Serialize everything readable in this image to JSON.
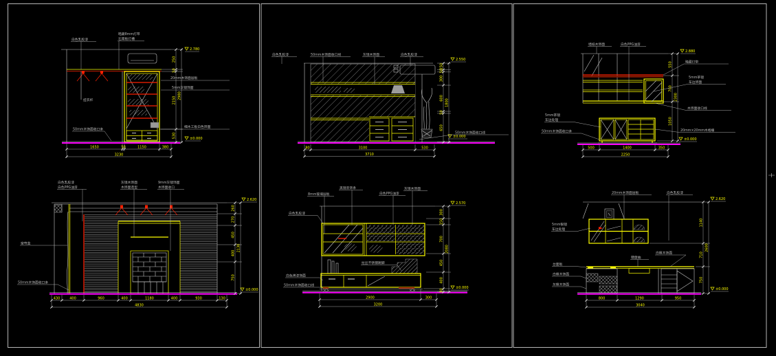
{
  "document": {
    "background": "#000000",
    "frame_color": "#b6b6b6"
  },
  "colors": {
    "accent_yellow": "#ffff00",
    "accent_red": "#ff2000",
    "accent_dark_red": "#8f1a00",
    "baseline_magenta": "#ff00ff",
    "line_white": "#c9c9c9",
    "hatch_gray": "#8f8f8f"
  },
  "panels": {
    "p1": {
      "callouts": {
        "top1": "白色乳胶漆",
        "top2a": "暗藏8mm灯带",
        "top2b": "石膏板灯槽",
        "rod": "挂衣杆",
        "right1": "20mm木饰面层板",
        "right2": "5mm灰镜饰面",
        "right3": "细木工板白色饰面",
        "bottom_left": "50mm木饰面收口条"
      },
      "dims": {
        "bottom": [
          "1650",
          "50",
          "1150",
          "380"
        ],
        "bottom_total": "3230",
        "right": [
          "250",
          "50",
          "2150",
          "530"
        ],
        "right_total": "2980",
        "level_top": "2.780",
        "level_bottom": "±0.000"
      }
    },
    "p2": {
      "callouts": {
        "top1": "白色乳胶漆",
        "top2": "50mm木饰面收口线",
        "top3": "灰镜木饰面",
        "top4": "白色乳胶漆",
        "bottom_right": "50mm木饰面收口线"
      },
      "dims": {
        "bottom": [
          "80",
          "3100",
          "530"
        ],
        "bottom_total": "3710",
        "right": [
          "150",
          "50",
          "300",
          "600",
          "50",
          "650"
        ],
        "right_total": "1800",
        "level_top": "2.550",
        "level_bottom": "±0.000"
      }
    },
    "p3": {
      "callouts": {
        "top1": "墙纸木饰面",
        "top2": "白色PPG油漆",
        "right1": "暗藏灯带",
        "right2a": "5mm茶镜",
        "right2b": "车边饰面",
        "right3": "木饰面收口线",
        "right4": "20mm×20mm木格栅",
        "left1a": "5mm茶镜",
        "left1b": "车边处理",
        "left2": "50mm木饰面收口条"
      },
      "dims": {
        "bottom": [
          "500",
          "1400",
          "350"
        ],
        "bottom_total": "2250",
        "right": [
          "550",
          "700",
          "1050"
        ],
        "right_total": "2300",
        "level_top": "2.880",
        "level_bottom": "±0.000"
      }
    },
    "p4": {
      "callouts": {
        "top1a": "白色乳胶漆",
        "top1b": "白色PPG油漆",
        "top2a": "灰镜木饰面",
        "top2b": "木饰面造型",
        "top3a": "9mm灰镜饰面",
        "top3b": "木饰面收口",
        "left1": "窗帘盒",
        "left2": "50mm木饰面收口条"
      },
      "dims": {
        "bottom": [
          "430",
          "400",
          "960",
          "400",
          "1180",
          "400",
          "930",
          "130"
        ],
        "bottom_total": "4830",
        "right": [
          "260",
          "270",
          "450",
          "400",
          "750"
        ],
        "right_total": "2130",
        "level_top": "2.620",
        "level_bottom": "±0.000"
      }
    },
    "p5": {
      "callouts": {
        "top1": "8mm玻璃层板",
        "top2": "黑镜装饰条",
        "top3": "白色PPG油漆",
        "top4": "灰镜木饰面",
        "left1": "白色乳胶漆",
        "mid": "拉丝不锈钢踢脚",
        "bottom1": "白色烤漆饰面",
        "bottom2": "50mm木饰面收口线"
      },
      "dims": {
        "bottom": [
          "2900",
          "300"
        ],
        "bottom_total": "3200",
        "right": [
          "300",
          "150",
          "700",
          "450",
          "400",
          "80"
        ],
        "right_total": "2080",
        "level_top": "2.570",
        "level_bottom": "±0.000"
      }
    },
    "p6": {
      "callouts": {
        "top1": "20mm木饰面层板",
        "top2": "白色乳胶漆",
        "keyboard": "键盘抽",
        "left1a": "5mm银镜",
        "left1b": "车边处理",
        "left2": "台面板",
        "left3": "白橡木饰面",
        "left4": "灰橡木饰面",
        "right1": "白橡木饰面"
      },
      "dims": {
        "bottom": [
          "800",
          "1290",
          "950"
        ],
        "bottom_total": "3040",
        "right": [
          "1140",
          "710",
          "750"
        ],
        "right_total": "2600",
        "level_top": "2.620",
        "level_bottom": "±0.000"
      }
    }
  }
}
